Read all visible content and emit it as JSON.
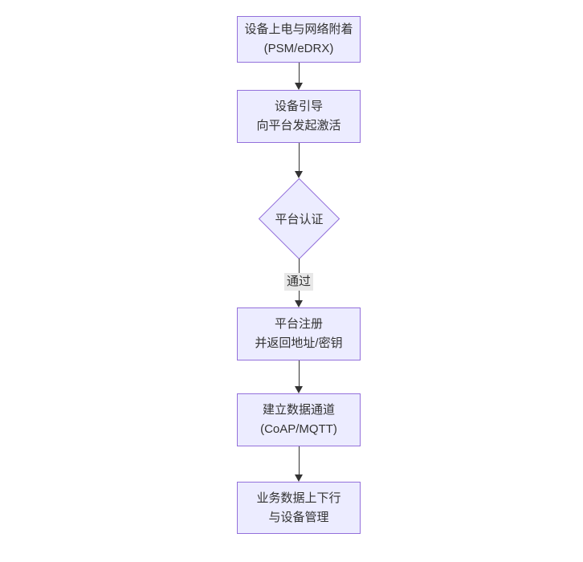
{
  "diagram": {
    "type": "flowchart-vertical",
    "background_color": "#ffffff",
    "node_fill_color": "#ECECFF",
    "node_border_color": "#9370DB",
    "edge_color": "#333333",
    "text_color": "#333333",
    "edge_label_background": "#e8e8e8",
    "nodes": [
      {
        "id": "power-attach",
        "shape": "rect",
        "line1": "设备上电与网络附着",
        "line2": "(PSM/eDRX)"
      },
      {
        "id": "bootstrap",
        "shape": "rect",
        "line1": "设备引导",
        "line2": "向平台发起激活"
      },
      {
        "id": "auth",
        "shape": "diamond",
        "line1": "平台认证",
        "line2": ""
      },
      {
        "id": "register",
        "shape": "rect",
        "line1": "平台注册",
        "line2": "并返回地址/密钥"
      },
      {
        "id": "channel",
        "shape": "rect",
        "line1": "建立数据通道",
        "line2": "(CoAP/MQTT)"
      },
      {
        "id": "business",
        "shape": "rect",
        "line1": "业务数据上下行",
        "line2": "与设备管理"
      }
    ],
    "edges": [
      {
        "from": "power-attach",
        "to": "bootstrap",
        "label": ""
      },
      {
        "from": "bootstrap",
        "to": "auth",
        "label": ""
      },
      {
        "from": "auth",
        "to": "register",
        "label": "通过"
      },
      {
        "from": "register",
        "to": "channel",
        "label": ""
      },
      {
        "from": "channel",
        "to": "business",
        "label": ""
      }
    ],
    "pass_label": "通过"
  }
}
